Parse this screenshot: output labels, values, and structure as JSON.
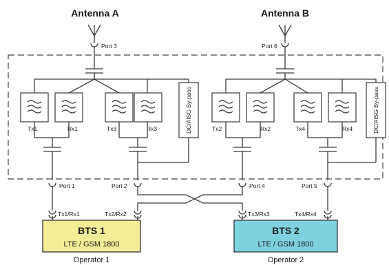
{
  "antennas": [
    {
      "label": "Antenna A",
      "port": "Port 3"
    },
    {
      "label": "Antenna B",
      "port": "Port 6"
    }
  ],
  "filters": {
    "left": [
      "Tx1",
      "Rx1",
      "Tx3",
      "Rx3"
    ],
    "right": [
      "Tx2",
      "Rx2",
      "Tx4",
      "Rx4"
    ]
  },
  "bypass_label": "DC/AISG By-pass",
  "ports": [
    "Port 1",
    "Port 2",
    "Port 4",
    "Port 5"
  ],
  "bts_ports": [
    "Tx1/Rx1",
    "Tx2/Rx2",
    "Tx3/Rx3",
    "Tx4/Rx4"
  ],
  "bts": [
    {
      "name": "BTS 1",
      "tech": "LTE / GSM 1800",
      "operator": "Operator 1",
      "color": "#f5ec98"
    },
    {
      "name": "BTS 2",
      "tech": "LTE / GSM 1800",
      "operator": "Operator 2",
      "color": "#7fd1e0"
    }
  ]
}
